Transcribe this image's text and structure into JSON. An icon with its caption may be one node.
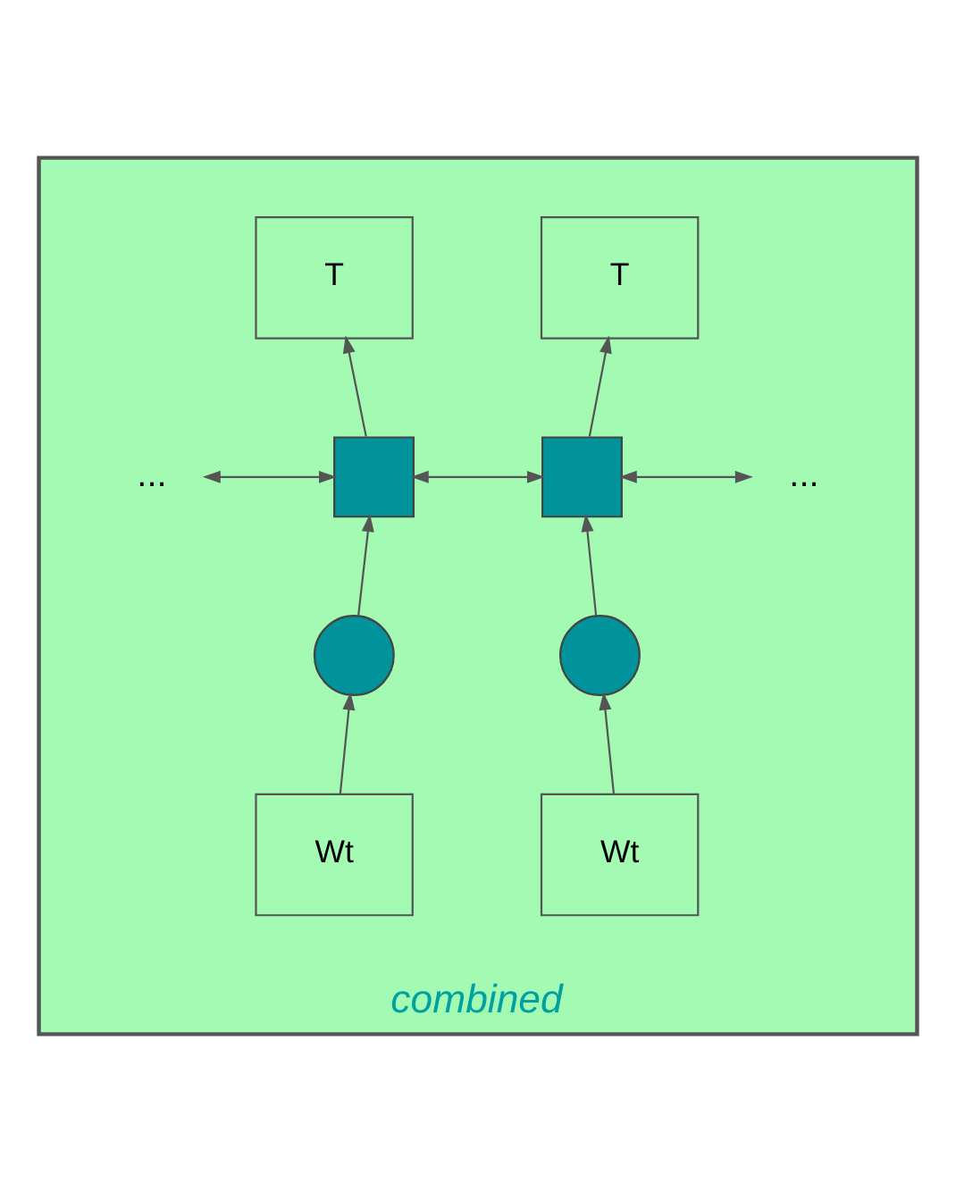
{
  "diagram": {
    "nodes": [
      {
        "text": [
          "combined"
        ]
      },
      {
        "text": [
          "T"
        ],
        "in": 0
      },
      {
        "text": [
          "T"
        ],
        "in": 0
      },
      {
        "text": [
          "..."
        ],
        "in": 0
      },
      {
        "text": [],
        "shape": "box",
        "in": 0
      },
      {
        "text": [],
        "shape": "box",
        "in": 0
      },
      {
        "text": [
          "..."
        ],
        "in": 0
      },
      {
        "text": [],
        "shape": "circle",
        "in": 0
      },
      {
        "text": [],
        "shape": "circle",
        "in": 0
      },
      {
        "text": [
          "Wt"
        ],
        "in": 0
      },
      {
        "text": [
          "Wt"
        ],
        "in": 0
      }
    ],
    "edges": [
      {
        "from": 4,
        "to": 1,
        "arrow": "to"
      },
      {
        "from": 5,
        "to": 2,
        "arrow": "to"
      },
      {
        "from": 3,
        "to": 4,
        "arrow": "both"
      },
      {
        "from": 4,
        "to": 5,
        "arrow": "both"
      },
      {
        "from": 5,
        "to": 6,
        "arrow": "both"
      },
      {
        "from": 7,
        "to": 4,
        "arrow": "to"
      },
      {
        "from": 8,
        "to": 5,
        "arrow": "to"
      },
      {
        "from": 9,
        "to": 7,
        "arrow": "to"
      },
      {
        "from": 10,
        "to": 8,
        "arrow": "to"
      }
    ]
  }
}
